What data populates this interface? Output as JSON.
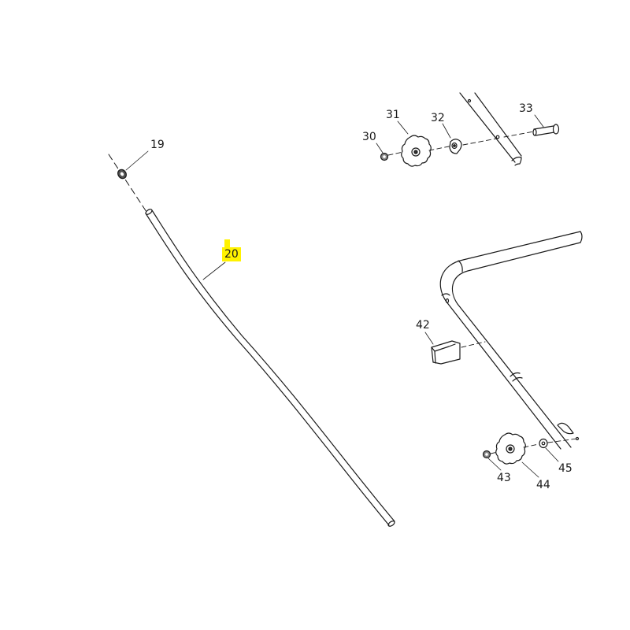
{
  "diagram": {
    "type": "exploded-parts-view",
    "highlight_color": "#fff200",
    "line_color": "#1a1a1a",
    "parts": [
      {
        "id": "19",
        "label": "19",
        "description": "nut"
      },
      {
        "id": "20",
        "label": "20",
        "description": "long curved rod",
        "highlighted": true
      },
      {
        "id": "30",
        "label": "30",
        "description": "nut"
      },
      {
        "id": "31",
        "label": "31",
        "description": "star knob"
      },
      {
        "id": "32",
        "label": "32",
        "description": "cam washer"
      },
      {
        "id": "33",
        "label": "33",
        "description": "bolt"
      },
      {
        "id": "42",
        "label": "42",
        "description": "clip"
      },
      {
        "id": "43",
        "label": "43",
        "description": "nut"
      },
      {
        "id": "44",
        "label": "44",
        "description": "star knob"
      },
      {
        "id": "45",
        "label": "45",
        "description": "washer"
      }
    ]
  }
}
